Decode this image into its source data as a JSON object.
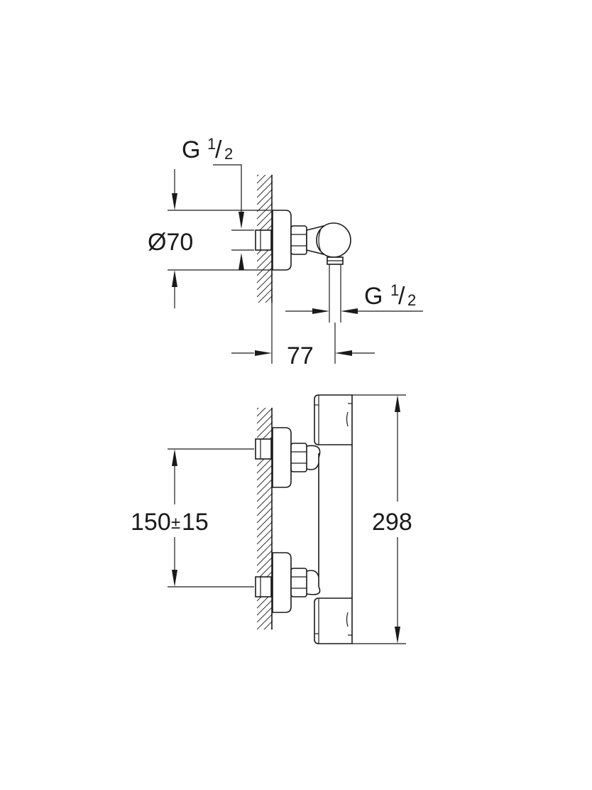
{
  "top_view": {
    "inlet_label": {
      "main": "G",
      "num": "1",
      "slash": "/",
      "den": "2"
    },
    "diameter_label": "Ø70",
    "outlet_label": {
      "main": "G",
      "num": "1",
      "slash": "/",
      "den": "2"
    },
    "projection_label": "77"
  },
  "front_view": {
    "centers_label": {
      "value": "150",
      "pm": "±",
      "tol": "15"
    },
    "height_label": "298"
  }
}
